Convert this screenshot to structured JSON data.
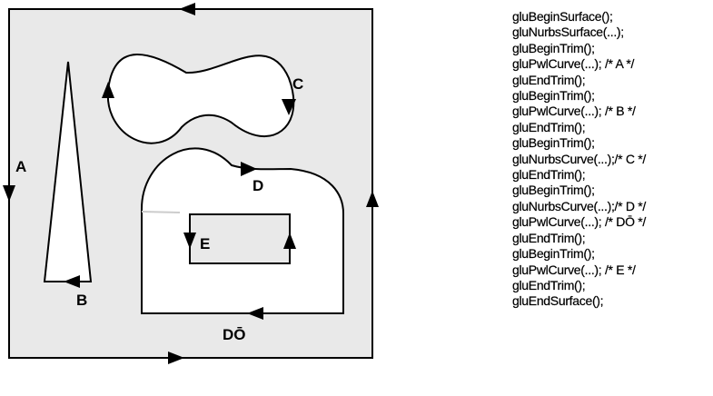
{
  "labels": {
    "a": "A",
    "b": "B",
    "c": "C",
    "d": "D",
    "e": "E",
    "d_prime": "DŌ"
  },
  "code_lines": [
    "gluBeginSurface();",
    "gluNurbsSurface(...);",
    "gluBeginTrim();",
    "gluPwlCurve(...); /* A */",
    "gluEndTrim();",
    "gluBeginTrim();",
    "gluPwlCurve(...); /* B */",
    "gluEndTrim();",
    "gluBeginTrim();",
    "gluNurbsCurve(...);/* C */",
    "gluEndTrim();",
    "gluBeginTrim();",
    "gluNurbsCurve(...);/* D */",
    "gluPwlCurve(...); /* DŌ */",
    "gluEndTrim();",
    "gluBeginTrim();",
    "gluPwlCurve(...); /* E */",
    "gluEndTrim();",
    "gluEndSurface();"
  ],
  "colors": {
    "surface_fill": "#e9e9e9",
    "stroke": "#000000",
    "hole_fill": "#ffffff"
  }
}
